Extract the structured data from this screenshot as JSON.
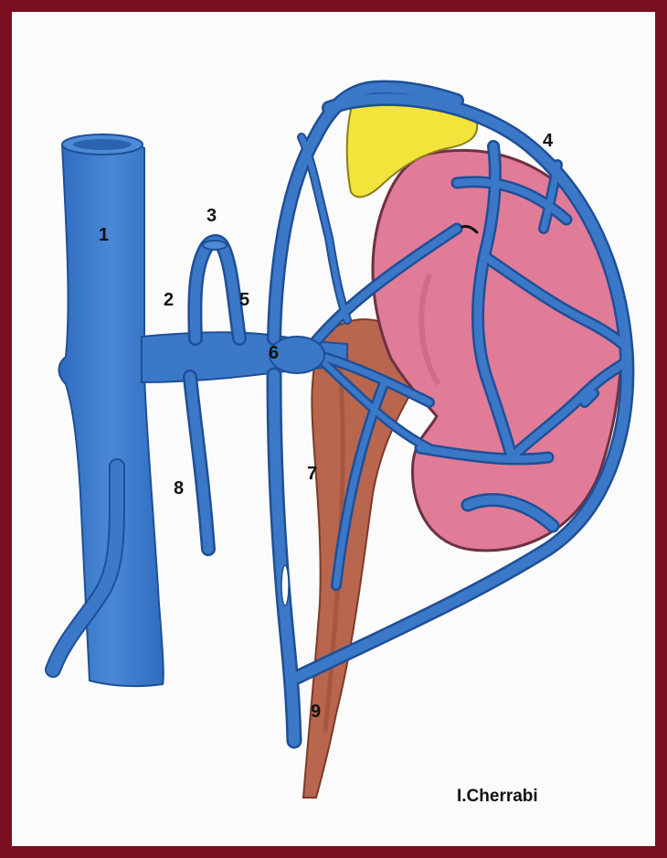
{
  "labels": {
    "l1": "1",
    "l2": "2",
    "l3": "3",
    "l4": "4",
    "l5": "5",
    "l6": "6",
    "l7": "7",
    "l8": "8",
    "l9": "9"
  },
  "signature": "I.Cherrabi",
  "colors": {
    "frame": "#7a0f1f",
    "vein": "#3b78c8",
    "vein_outline": "#1f4f96",
    "kidney": "#e07b98",
    "adrenal": "#f2e43a",
    "ureter": "#b8664e"
  }
}
